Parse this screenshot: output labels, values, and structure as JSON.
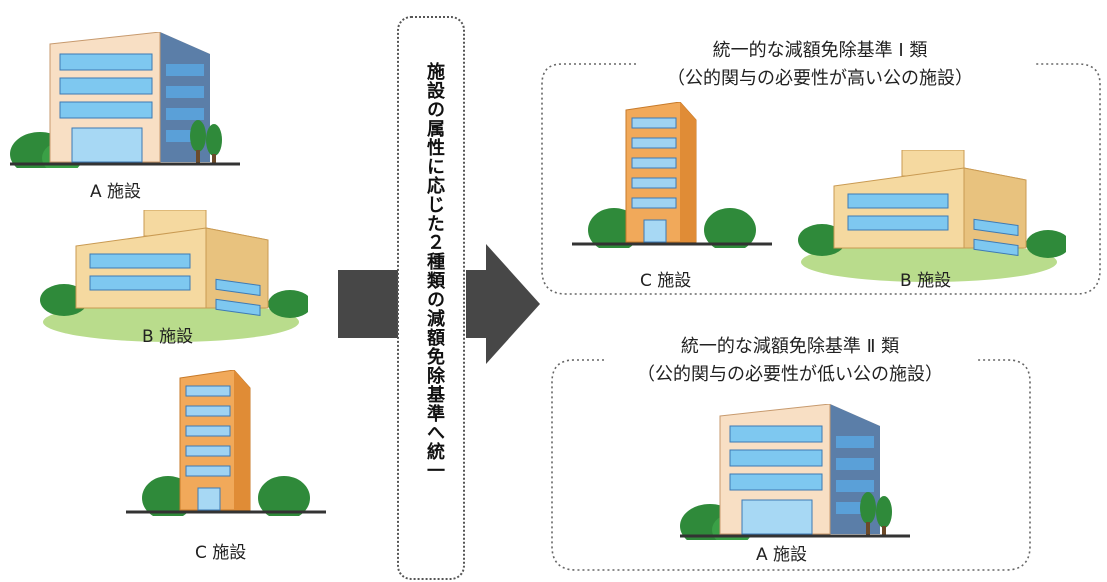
{
  "left": {
    "a_label": "A 施設",
    "b_label": "B 施設",
    "c_label": "C 施設"
  },
  "center": {
    "vertical_text": "施設の属性に応じた２種類の減額免除基準へ統一"
  },
  "group1": {
    "title": "統一的な減額免除基準 Ⅰ 類",
    "subtitle": "（公的関与の必要性が高い公の施設）",
    "c_label": "C 施設",
    "b_label": "B 施設"
  },
  "group2": {
    "title": "統一的な減額免除基準 Ⅱ 類",
    "subtitle": "（公的関与の必要性が低い公の施設）",
    "a_label": "A 施設"
  },
  "colors": {
    "arrow": "#474747",
    "frame": "#666666",
    "building_blue": "#7ec8f0",
    "tower_orange": "#f1a95a",
    "low_beige": "#f5d9a0",
    "tree_green": "#2f8a3a",
    "lawn": "#b9dc8c"
  },
  "icons": [
    "office-building-a-icon",
    "low-building-b-icon",
    "tower-building-c-icon",
    "right-arrow-icon"
  ]
}
